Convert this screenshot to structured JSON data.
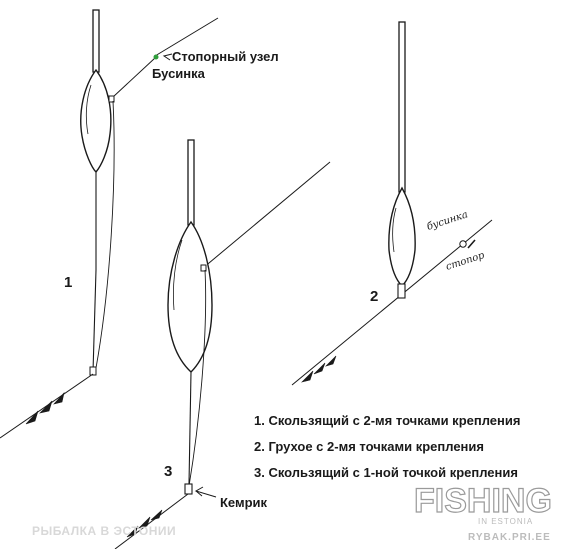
{
  "labels": {
    "stopper_knot": "Стопорный узел",
    "bead": "Бусинка",
    "bead_hand": "бусинка",
    "stopper_hand": "стопор",
    "kembric": "Кемрик"
  },
  "numbers": {
    "one": "1",
    "two": "2",
    "three": "3"
  },
  "legend": [
    "1. Скользящий с 2-мя точками крепления",
    "2. Грухое с 2-мя точками крепления",
    "3. Скользящий с 1-ной точкой крепления"
  ],
  "watermark": {
    "left": "РЫБАЛКА В ЭСТОНИИ",
    "brand": "FISHING",
    "sub": "IN ESTONIA",
    "site": "RYBAK.PRI.EE"
  },
  "colors": {
    "ink": "#1a1a1a",
    "knot_dot": "#2e9e3a",
    "watermark_gray": "#9a9a9a"
  }
}
